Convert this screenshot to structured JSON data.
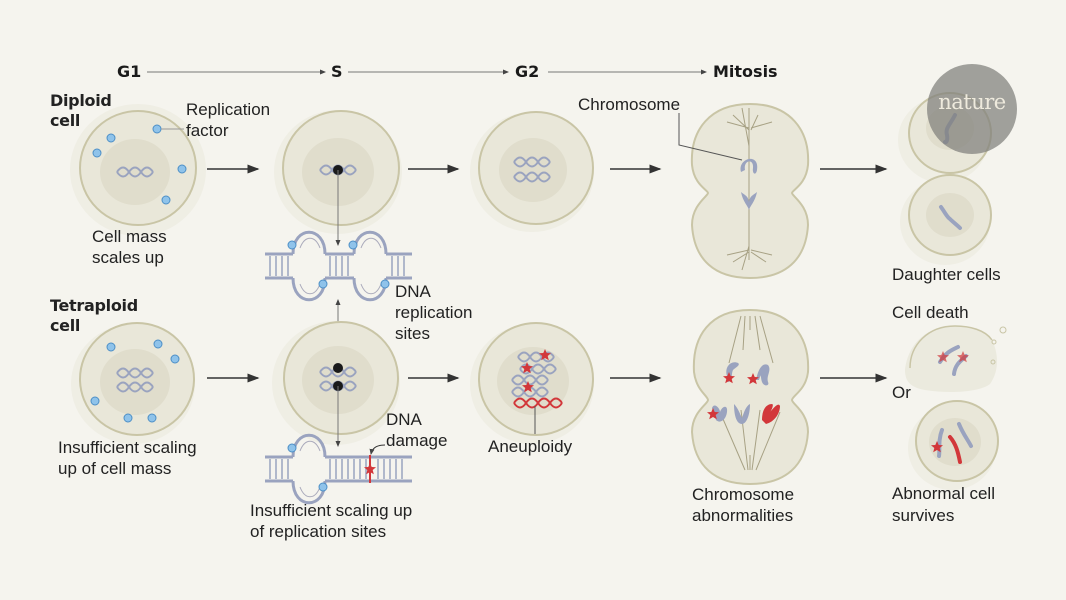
{
  "phases": [
    "G1",
    "S",
    "G2",
    "Mitosis"
  ],
  "rows": {
    "diploid": {
      "title_line1": "Diploid",
      "title_line2": "cell"
    },
    "tetraploid": {
      "title_line1": "Tetraploid",
      "title_line2": "cell"
    }
  },
  "labels": {
    "replication_factor_1": "Replication",
    "replication_factor_2": "factor",
    "cell_mass_1": "Cell mass",
    "cell_mass_2": "scales up",
    "dna_sites_1": "DNA",
    "dna_sites_2": "replication",
    "dna_sites_3": "sites",
    "chromosome": "Chromosome",
    "daughter_cells": "Daughter cells",
    "insufficient_mass_1": "Insufficient scaling",
    "insufficient_mass_2": "up of cell mass",
    "dna_damage_1": "DNA",
    "dna_damage_2": "damage",
    "insufficient_sites_1": "Insufficient scaling up",
    "insufficient_sites_2": "of replication sites",
    "aneuploidy": "Aneuploidy",
    "chrom_abn_1": "Chromosome",
    "chrom_abn_2": "abnormalities",
    "cell_death": "Cell death",
    "or": "Or",
    "abnormal_1": "Abnormal cell",
    "abnormal_2": "survives"
  },
  "logo": {
    "text": "nature"
  },
  "colors": {
    "background": "#f5f4ee",
    "cell_fill": "#e9e7d9",
    "cell_stroke": "#c9c5a6",
    "nucleus": "#e0ddcc",
    "dna_blue": "#9aa3bf",
    "replication_factor": "#8fc3ea",
    "damage_red": "#d2373a",
    "spindle": "#a7a184"
  }
}
